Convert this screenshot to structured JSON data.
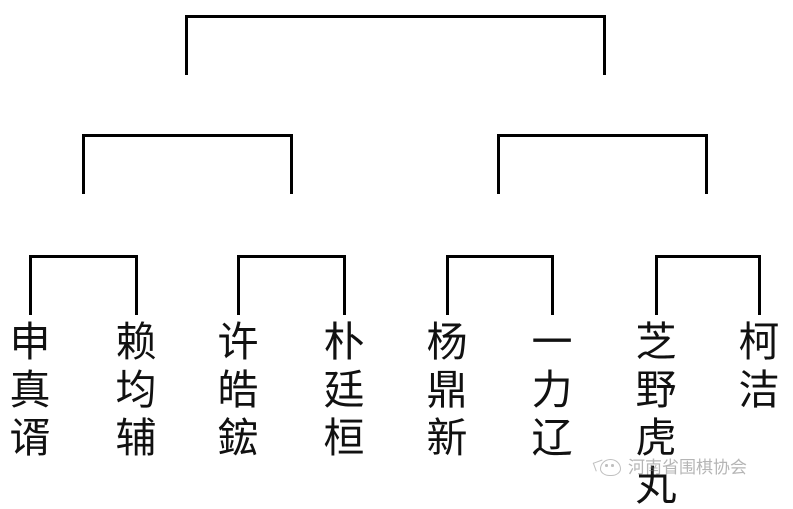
{
  "bracket": {
    "type": "single-elimination",
    "rounds": 3,
    "player_count": 8,
    "players": [
      {
        "name": "申真谞",
        "seat": 1
      },
      {
        "name": "赖均辅",
        "seat": 2
      },
      {
        "name": "许皓鋐",
        "seat": 3
      },
      {
        "name": "朴廷桓",
        "seat": 4
      },
      {
        "name": "杨鼎新",
        "seat": 5
      },
      {
        "name": "一力辽",
        "seat": 6
      },
      {
        "name": "芝野虎丸",
        "seat": 7
      },
      {
        "name": "柯洁",
        "seat": 8
      }
    ],
    "matches": {
      "final": {
        "label": ""
      },
      "semifinals": [
        {
          "label": ""
        },
        {
          "label": ""
        }
      ],
      "quarterfinals": [
        {
          "label": ""
        },
        {
          "label": ""
        },
        {
          "label": ""
        },
        {
          "label": ""
        }
      ]
    }
  },
  "watermark": {
    "text": "河南省围棋协会",
    "logo_icon": "wechat-official-account-icon",
    "color": "#7a7a7a"
  },
  "colors": {
    "line": "#000000",
    "text": "#111111",
    "background": "#ffffff",
    "watermark": "#7a7a7a"
  }
}
